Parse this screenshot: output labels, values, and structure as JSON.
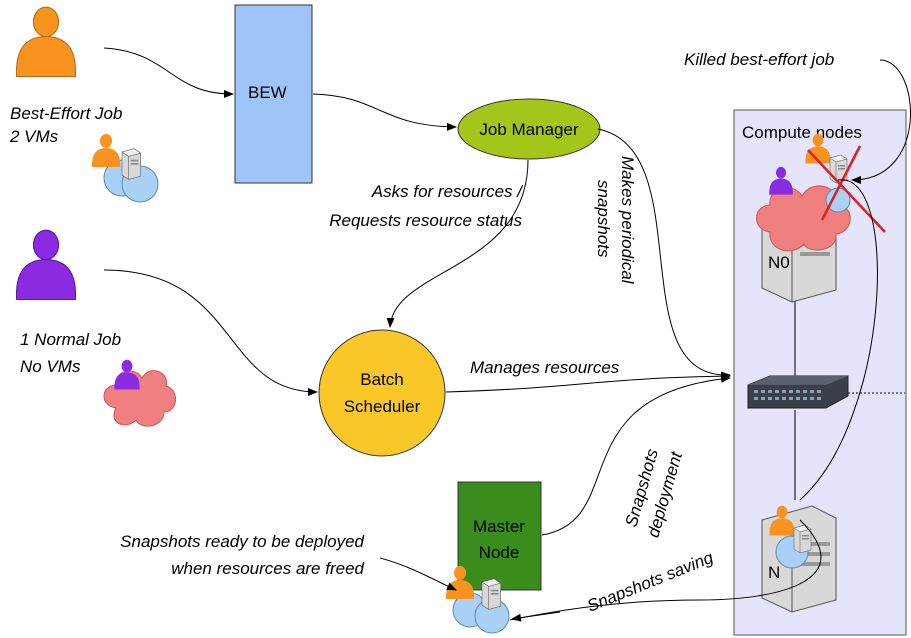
{
  "actors": {
    "best_effort": {
      "line1": "Best-Effort Job",
      "line2": "2 VMs",
      "color": "#f7931e"
    },
    "normal": {
      "line1": "1 Normal Job",
      "line2": "No VMs",
      "color": "#8a2be2"
    }
  },
  "components": {
    "bew": "BEW",
    "job_manager": "Job Manager",
    "batch_scheduler_line1": "Batch",
    "batch_scheduler_line2": "Scheduler",
    "master_node_line1": "Master",
    "master_node_line2": "Node"
  },
  "compute": {
    "title": "Compute nodes",
    "node0": "N0",
    "node1": "N"
  },
  "annotations": {
    "killed": "Killed best-effort job",
    "asks_line1": "Asks for resources /",
    "asks_line2": "Requests resource status",
    "periodical_line1": "Makes periodical",
    "periodical_line2": "snapshots",
    "manages": "Manages resources",
    "deploy_line1": "Snapshots",
    "deploy_line2": "deployment",
    "saving": "Snapshots saving",
    "ready_line1": "Snapshots ready to be deployed",
    "ready_line2": "when resources are freed"
  },
  "colors": {
    "bew_fill": "#9fc5f8",
    "job_manager_fill": "#a4c61a",
    "scheduler_fill": "#f9c828",
    "master_fill": "#3a8c1c",
    "compute_panel": "#e4e4fb",
    "cloud": "#f08080",
    "cross": "#e02020"
  }
}
